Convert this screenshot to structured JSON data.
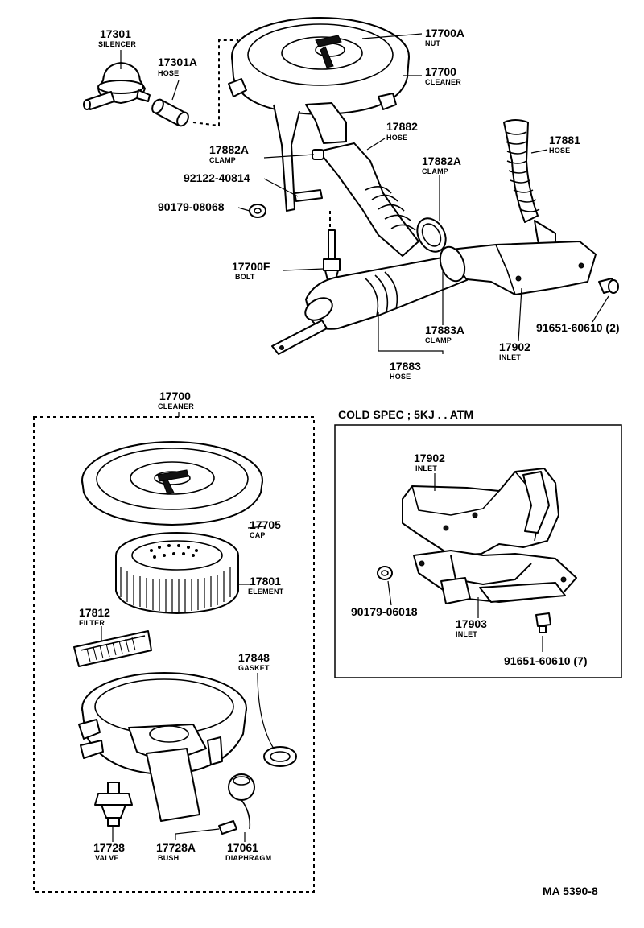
{
  "labels": {
    "p17301": {
      "num": "17301",
      "name": "SILENCER"
    },
    "p17301a": {
      "num": "17301A",
      "name": "HOSE"
    },
    "p17700a": {
      "num": "17700A",
      "name": "NUT"
    },
    "p17700top": {
      "num": "17700",
      "name": "CLEANER"
    },
    "p17882": {
      "num": "17882",
      "name": "HOSE"
    },
    "p17881": {
      "num": "17881",
      "name": "HOSE"
    },
    "p17882a_left": {
      "num": "17882A",
      "name": "CLAMP"
    },
    "p17882a_right": {
      "num": "17882A",
      "name": "CLAMP"
    },
    "p92122": {
      "num": "92122-40814",
      "name": ""
    },
    "p90179a": {
      "num": "90179-08068",
      "name": ""
    },
    "p17700f": {
      "num": "17700F",
      "name": "BOLT"
    },
    "p91651a": {
      "num": "91651-60610 (2)",
      "name": ""
    },
    "p17883a": {
      "num": "17883A",
      "name": "CLAMP"
    },
    "p17902top": {
      "num": "17902",
      "name": "INLET"
    },
    "p17883": {
      "num": "17883",
      "name": "HOSE"
    },
    "p17700mid": {
      "num": "17700",
      "name": "CLEANER"
    },
    "p17705": {
      "num": "17705",
      "name": "CAP"
    },
    "p17801": {
      "num": "17801",
      "name": "ELEMENT"
    },
    "p17812": {
      "num": "17812",
      "name": "FILTER"
    },
    "p17848": {
      "num": "17848",
      "name": "GASKET"
    },
    "p17728": {
      "num": "17728",
      "name": "VALVE"
    },
    "p17728a": {
      "num": "17728A",
      "name": "BUSH"
    },
    "p17061": {
      "num": "17061",
      "name": "DIAPHRAGM"
    },
    "p17902box": {
      "num": "17902",
      "name": "INLET"
    },
    "p90179b": {
      "num": "90179-06018",
      "name": ""
    },
    "p17903": {
      "num": "17903",
      "name": "INLET"
    },
    "p91651b": {
      "num": "91651-60610 (7)",
      "name": ""
    }
  },
  "cold_spec_title": "COLD SPEC ; 5KJ . . ATM",
  "doc_code": "MA 5390-8"
}
